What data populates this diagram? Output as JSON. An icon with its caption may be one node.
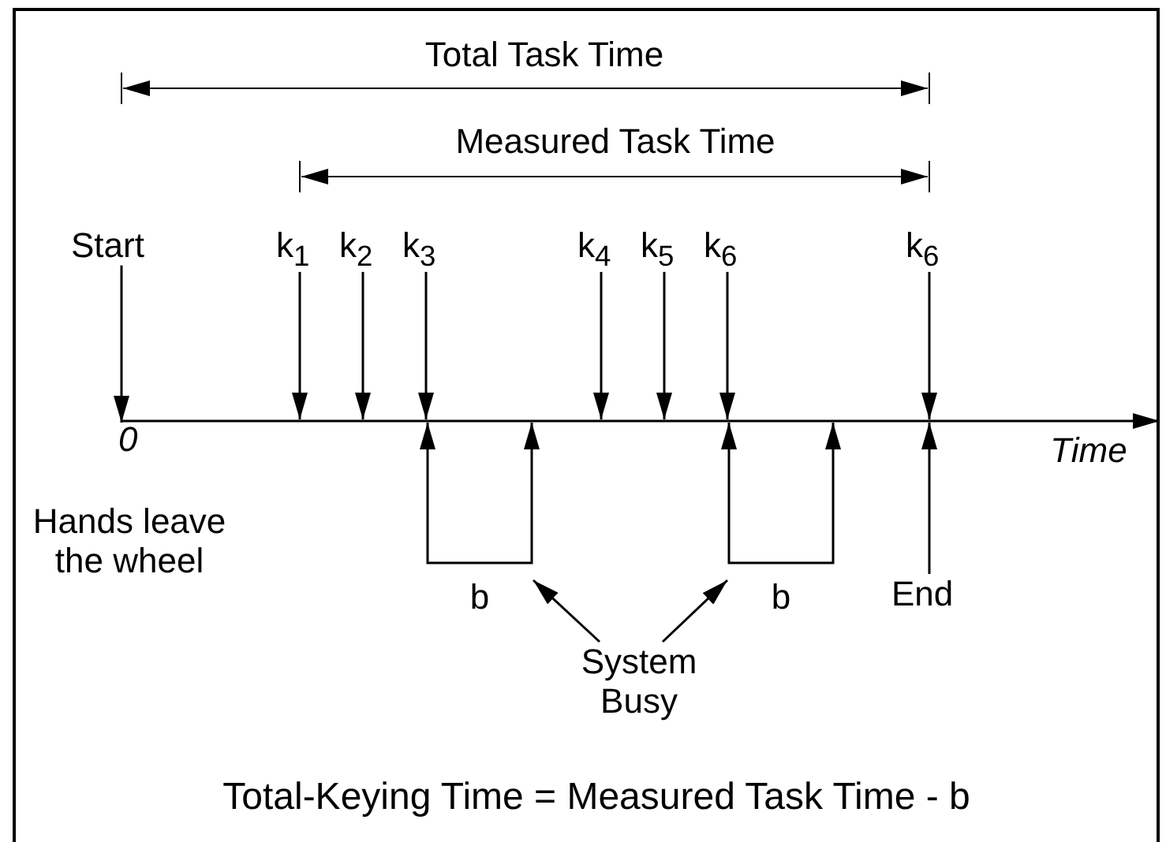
{
  "diagram": {
    "nodes": [
      {
        "text": [
          "Start"
        ]
      },
      {
        "text": [
          "k$_{1}$"
        ]
      },
      {
        "text": [
          "k$_{2}$"
        ]
      },
      {
        "text": [
          "k$_{3}$"
        ]
      },
      {
        "text": [
          "k$_{4}$"
        ]
      },
      {
        "text": [
          "k$_{5}$"
        ]
      },
      {
        "text": [
          "k$_{6}$"
        ]
      },
      {
        "text": [
          "k$_{6}$"
        ]
      },
      {
        "text": [
          "b"
        ]
      },
      {
        "text": [
          "b"
        ]
      },
      {
        "text": [
          "End"
        ]
      },
      {
        "text": [
          "System Busy"
        ]
      },
      {
        "text": [
          "0"
        ]
      }
    ],
    "edges": [
      {
        "from": 0,
        "to": 12,
        "arrow": "to"
      },
      {
        "from": 1,
        "to": null,
        "arrow": "to"
      },
      {
        "from": 2,
        "to": null,
        "arrow": "to"
      },
      {
        "from": 3,
        "to": null,
        "arrow": "to"
      },
      {
        "from": 4,
        "to": null,
        "arrow": "to"
      },
      {
        "from": 5,
        "to": null,
        "arrow": "to"
      },
      {
        "from": 6,
        "to": null,
        "arrow": "to"
      },
      {
        "from": 7,
        "to": null,
        "arrow": "to"
      },
      {
        "from": 8,
        "to": null,
        "arrow": "to"
      },
      {
        "from": 8,
        "to": null,
        "arrow": "to"
      },
      {
        "from": 9,
        "to": null,
        "arrow": "to"
      },
      {
        "from": 9,
        "to": null,
        "arrow": "to"
      },
      {
        "from": 10,
        "to": null,
        "arrow": "to"
      },
      {
        "from": 11,
        "to": 8,
        "arrow": "to"
      },
      {
        "from": 11,
        "to": 9,
        "arrow": "to"
      }
    ],
    "labels": [
      "Total Task Time",
      "Measured Task Time",
      "Time",
      "Hands leave the wheel",
      "Total-Keying Time = Measured Task Time - b"
    ]
  }
}
